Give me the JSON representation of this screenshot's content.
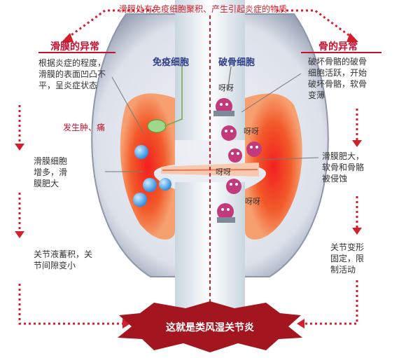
{
  "top_caption": "滑膜处有免疫细胞聚积、产生引起炎症的物质",
  "left": {
    "title": "滑膜的异常",
    "step1": [
      "根据炎症的程度，",
      "滑膜的表面凹凸不",
      "平，呈炎症状态"
    ],
    "arrow_label": "发生肿、痛",
    "step2": [
      "滑膜细胞",
      "增多，滑",
      "膜肥大"
    ],
    "step3": [
      "关节液蓄积，关",
      "节间隙变小"
    ]
  },
  "right": {
    "title": "骨的异常",
    "step1": [
      "破坏骨骼的破骨",
      "细胞活跃，开始",
      "破坏骨骼，软骨",
      "变薄"
    ],
    "step2": [
      "滑膜肥大，",
      "软骨和骨骼",
      "被侵蚀"
    ],
    "step3": [
      "关节变形",
      "固定，限",
      "制活动"
    ]
  },
  "center": {
    "immune_label": "免疫细胞",
    "osteo_label": "破骨细胞",
    "sounds": [
      "呀呀",
      "呀呀",
      "呀呀",
      "呀呀"
    ]
  },
  "banner": "这就是类风湿关节炎",
  "colors": {
    "accent": "#c8102e",
    "tissue": "#ef6b2e",
    "bone": "#dfe9f0",
    "capsule": "#b5bccb"
  }
}
